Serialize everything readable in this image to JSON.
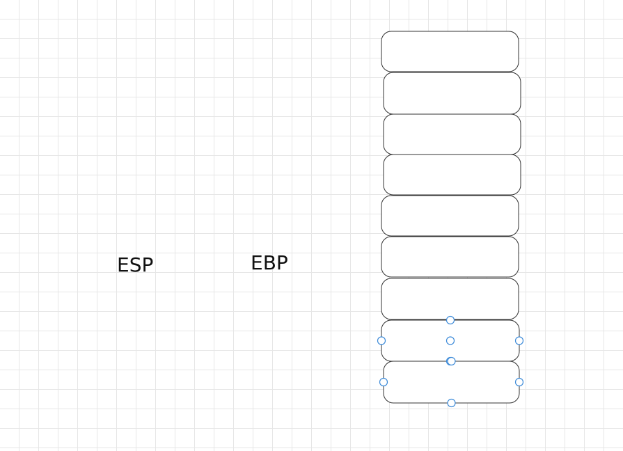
{
  "labels": {
    "esp": "ESP",
    "ebp": "EBP"
  },
  "stack": {
    "cell_count": 9,
    "selected_indices": [
      7,
      8
    ],
    "stroke_color": "#333333",
    "fill_color": "#ffffff",
    "handle_color": "#3d8bd9"
  },
  "grid": {
    "line_color": "#e6e6e6",
    "background": "#ffffff"
  }
}
